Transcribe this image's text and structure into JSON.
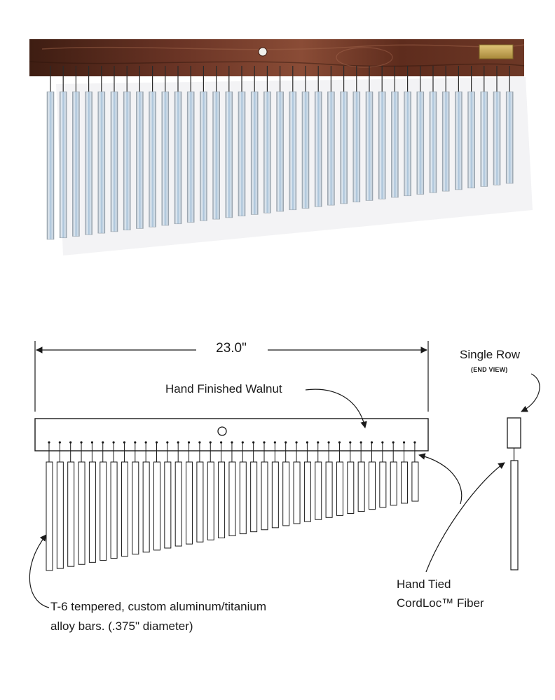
{
  "photo": {
    "plate_label": "",
    "colors": {
      "walnut_dark": "#3e1d12",
      "walnut_mid": "#6a3425",
      "walnut_light": "#8a4c36",
      "bar_light": "#e6eef5",
      "bar_blue": "#a9c2d8",
      "bar_edge": "#8e9aa5",
      "plate_gold": "#c4a24e"
    }
  },
  "diagram": {
    "dimension": "23.0\"",
    "labels": {
      "walnut": "Hand Finished Walnut",
      "single_row": "Single Row",
      "end_view": "(END VIEW)",
      "hand_tied": "Hand Tied",
      "cordloc": "CordLoc™ Fiber",
      "alloy_line1": "T-6 tempered, custom aluminum/titanium",
      "alloy_line2": "alloy bars. (.375\" diameter)"
    }
  }
}
